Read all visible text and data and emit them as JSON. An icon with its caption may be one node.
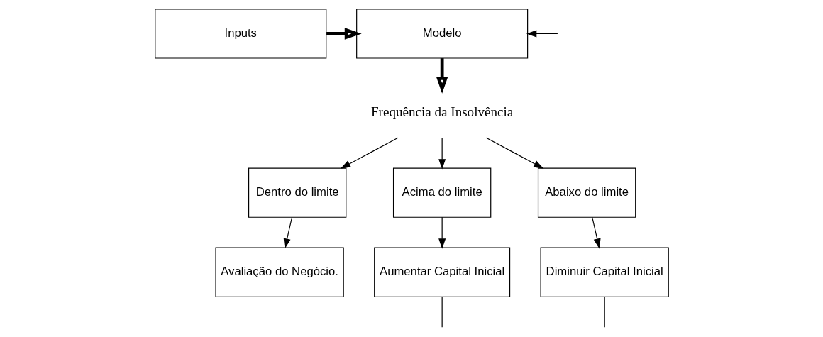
{
  "diagram": {
    "nodes": [
      {
        "text": [
          "Inputs"
        ]
      },
      {
        "text": [
          "Modelo"
        ]
      },
      {
        "text": [
          "Frequência da Insolvência"
        ]
      },
      {
        "text": [
          "Dentro do limite"
        ]
      },
      {
        "text": [
          "Acima do limite"
        ]
      },
      {
        "text": [
          "Abaixo do limite"
        ]
      },
      {
        "text": [
          "Avaliação do Negócio."
        ]
      },
      {
        "text": [
          "Aumentar Capital Inicial"
        ]
      },
      {
        "text": [
          "Diminuir Capital Inicial"
        ]
      }
    ],
    "edges": [
      {
        "from": 0,
        "to": 1,
        "arrow": "to",
        "style": "thick"
      },
      {
        "from": null,
        "to": 1,
        "arrow": "to"
      },
      {
        "from": 1,
        "to": 2,
        "arrow": "to",
        "style": "thick"
      },
      {
        "from": 2,
        "to": 3,
        "arrow": "to"
      },
      {
        "from": 2,
        "to": 4,
        "arrow": "to"
      },
      {
        "from": 2,
        "to": 5,
        "arrow": "to"
      },
      {
        "from": 3,
        "to": 6,
        "arrow": "to"
      },
      {
        "from": 4,
        "to": 7,
        "arrow": "to"
      },
      {
        "from": 5,
        "to": 8,
        "arrow": "to"
      },
      {
        "from": 7,
        "to": null,
        "arrow": "none"
      },
      {
        "from": 8,
        "to": null,
        "arrow": "none"
      }
    ]
  }
}
